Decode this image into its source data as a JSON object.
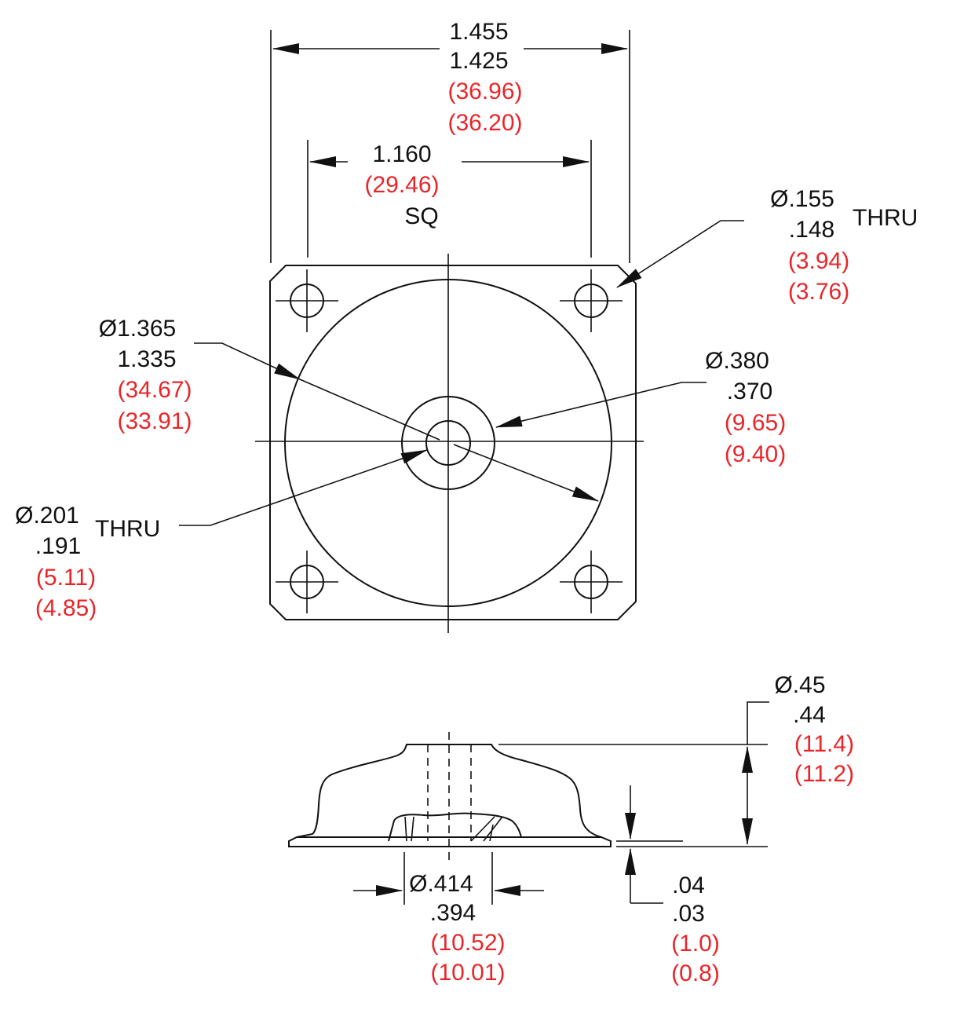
{
  "colors": {
    "ink": "#111111",
    "metric": "#e8262a",
    "background": "#ffffff"
  },
  "overall_width": {
    "max": "1.455",
    "min": "1.425",
    "max_mm": "(36.96)",
    "min_mm": "(36.20)"
  },
  "hole_spacing": {
    "value": "1.160",
    "value_mm": "(29.46)",
    "note": "SQ"
  },
  "mount_hole": {
    "max": "Ø.155",
    "min": ".148",
    "note": "THRU",
    "max_mm": "(3.94)",
    "min_mm": "(3.76)"
  },
  "boss_circle": {
    "max": "Ø1.365",
    "min": "1.335",
    "max_mm": "(34.67)",
    "min_mm": "(33.91)"
  },
  "hub": {
    "max": "Ø.380",
    "min": ".370",
    "max_mm": "(9.65)",
    "min_mm": "(9.40)"
  },
  "center_hole": {
    "max": "Ø.201",
    "min": ".191",
    "note": "THRU",
    "max_mm": "(5.11)",
    "min_mm": "(4.85)"
  },
  "height": {
    "max": "Ø.45",
    "min": ".44",
    "max_mm": "(11.4)",
    "min_mm": "(11.2)"
  },
  "bore": {
    "max": "Ø.414",
    "min": ".394",
    "max_mm": "(10.52)",
    "min_mm": "(10.01)"
  },
  "base_thickness": {
    "max": ".04",
    "min": ".03",
    "max_mm": "(1.0)",
    "min_mm": "(0.8)"
  }
}
